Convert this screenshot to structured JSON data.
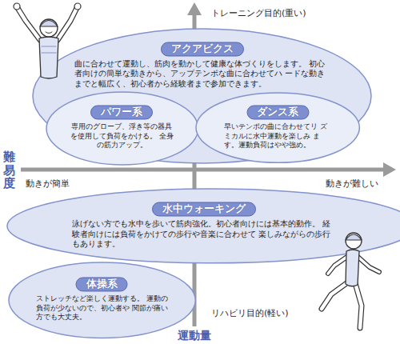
{
  "diagram": {
    "nodes": [
      {
        "text": [
          "アクアビクス",
          "曲に合わせて運動し、筋肉を動かして健康な体づくりをします。 初心者向けの簡単な動きから、アップテンポな曲に合わせてハ ードな動きまでと幅広く、初心者から経験者まで参加できます。"
        ]
      },
      {
        "text": [
          "パワー系",
          "専用のグローブ、浮き等の器具 を使用して負荷をかける。 全身の筋力アップ。"
        ],
        "in": 0
      },
      {
        "text": [
          "ダンス系",
          "早いテンポの曲に合わせてリ ズミカルに水中運動を楽しみ ます。運動負荷はやや強め。"
        ],
        "in": 0
      },
      {
        "text": [
          "水中ウォーキング",
          "泳げない方でも水中を歩いて筋肉強化。初心者向けには基本的動作。 経験者向けには負荷をかけての歩行や音楽に合わせて 楽しみながらの歩行もあります。"
        ]
      },
      {
        "text": [
          "体操系",
          "ストレッチなど楽しく運動する。 運動の負荷が少ないので、初心者や 関節が痛い方でも大丈夫。"
        ]
      }
    ],
    "edges": [],
    "labels": [
      "トレーニング目的(重い)",
      "リハビリ目的(軽い)",
      "運動量",
      "難易度",
      "動きが簡単",
      "動きが難しい"
    ]
  }
}
